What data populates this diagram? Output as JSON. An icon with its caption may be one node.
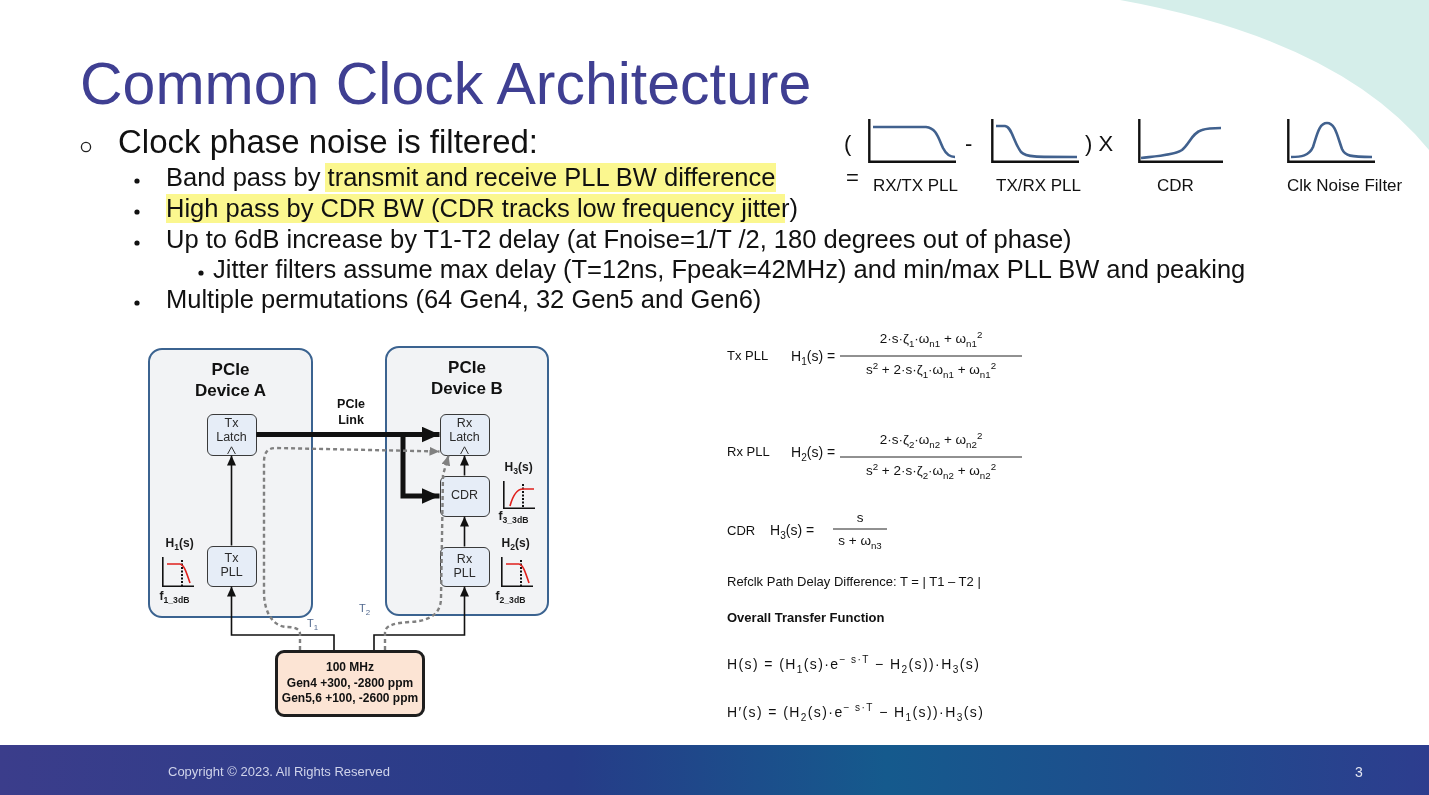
{
  "diagram": {
    "title": "Common Clock Architecture",
    "nodes": [
      {
        "text": [
          "PCIe Device A"
        ]
      },
      {
        "text": [
          "Tx Latch"
        ],
        "in": 0
      },
      {
        "text": [
          "Tx PLL"
        ],
        "in": 0,
        "beside": [
          "H$_{1}$(s)",
          "f$_{1_3dB}$"
        ]
      },
      {
        "text": [
          "PCIe Device B"
        ]
      },
      {
        "text": [
          "Rx Latch"
        ],
        "in": 3
      },
      {
        "text": [
          "CDR"
        ],
        "in": 3,
        "beside": [
          "H$_{3}$(s)",
          "f$_{3_3dB}$"
        ]
      },
      {
        "text": [
          "Rx PLL"
        ],
        "in": 3,
        "beside": [
          "H$_{2}$(s)",
          "f$_{2_3dB}$"
        ]
      },
      {
        "text": [
          "100 MHz",
          "Gen4 +300, -2800 ppm",
          "Gen5,6 +100, -2600 ppm"
        ]
      }
    ],
    "edges": [
      {
        "from": 2,
        "to": 1,
        "arrow": "to"
      },
      {
        "from": 1,
        "to": 4,
        "arrow": "to",
        "label": "PCIe Link",
        "style": "thick"
      },
      {
        "from": 1,
        "to": 5,
        "arrow": "to",
        "style": "thick"
      },
      {
        "from": 5,
        "to": 4,
        "arrow": "to"
      },
      {
        "from": 6,
        "to": 5,
        "arrow": "to"
      },
      {
        "from": 7,
        "to": 2,
        "arrow": "to"
      },
      {
        "from": 7,
        "to": 6,
        "arrow": "to"
      },
      {
        "from": 7,
        "to": 4,
        "arrow": "to",
        "label": "T$_{1}$",
        "style": "dashed",
        "color": "#808080"
      },
      {
        "from": 7,
        "to": 4,
        "arrow": "to",
        "label": "T$_{2}$",
        "style": "dashed",
        "color": "#808080"
      }
    ],
    "labels": [
      "Clock phase noise is filtered:",
      "Band pass by transmit and receive PLL BW difference",
      "High pass by CDR BW (CDR tracks low frequency jitter)",
      "Up to 6dB increase by T1-T2 delay (at Fnoise=1/T /2, 180 degrees out of phase)",
      "Jitter filters assume max delay (T=12ns, Fpeak=42MHz) and min/max PLL BW and peaking",
      "Multiple permutations (64 Gen4, 32 Gen5 and Gen6)",
      "(",
      "-",
      ") X",
      "=",
      "RX/TX PLL",
      "TX/RX PLL",
      "CDR",
      "Clk Noise Filter",
      "Tx PLL",
      "H$_{1}$(s) =",
      "2·s·ζ$_{1}$·ω$_{n1}$ + ω$_{n1}$$^{2}$",
      "s$^{2}$ + 2·s·ζ$_{1}$·ω$_{n1}$ + ω$_{n1}$$^{2}$",
      "Rx PLL",
      "H$_{2}$(s) =",
      "2·s·ζ$_{2}$·ω$_{n2}$ + ω$_{n2}$$^{2}$",
      "s$^{2}$ + 2·s·ζ$_{2}$·ω$_{n2}$ + ω$_{n2}$$^{2}$",
      "CDR",
      "H$_{3}$(s) =",
      "s",
      "s + ω$_{n3}$",
      "Refclk Path Delay Difference: T = | T1 – T2 |",
      "Overall Transfer Function",
      "H(s) = (H$_{1}$(s)·e$^{− s·T}$ − H$_{2}$(s))·H$_{3}$(s)",
      "H′(s) = (H$_{2}$(s)·e$^{− s·T}$ − H$_{1}$(s))·H$_{3}$(s)",
      "Copyright © 2023. All Rights Reserved",
      "3"
    ]
  }
}
